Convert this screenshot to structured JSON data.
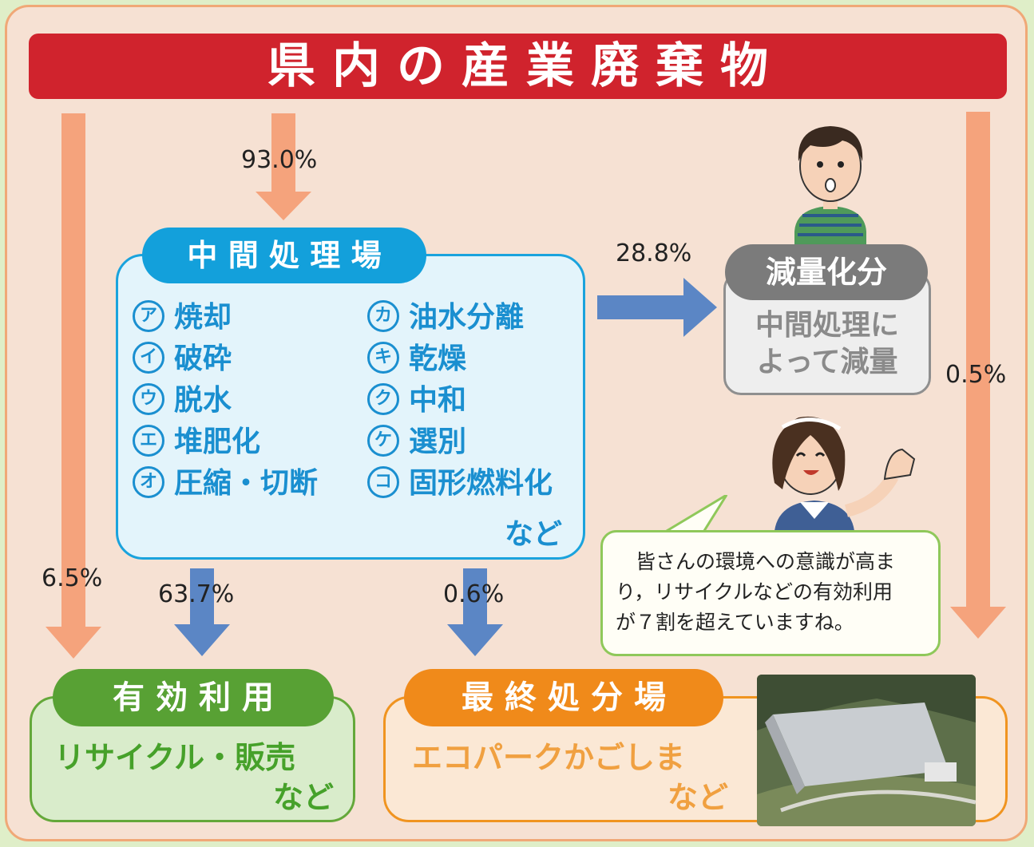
{
  "title": "県内の産業廃棄物",
  "percentages": {
    "to_intermediate": "93.0%",
    "to_reduction": "28.8%",
    "direct_final": "0.5%",
    "direct_use": "6.5%",
    "inter_to_use": "63.7%",
    "inter_to_final": "0.6%"
  },
  "intermediate": {
    "title": "中間処理場",
    "left_items": [
      {
        "mark": "ア",
        "label": "焼却"
      },
      {
        "mark": "イ",
        "label": "破砕"
      },
      {
        "mark": "ウ",
        "label": "脱水"
      },
      {
        "mark": "エ",
        "label": "堆肥化"
      },
      {
        "mark": "オ",
        "label": "圧縮・切断"
      }
    ],
    "right_items": [
      {
        "mark": "カ",
        "label": "油水分離"
      },
      {
        "mark": "キ",
        "label": "乾燥"
      },
      {
        "mark": "ク",
        "label": "中和"
      },
      {
        "mark": "ケ",
        "label": "選別"
      },
      {
        "mark": "コ",
        "label": "固形燃料化"
      }
    ],
    "etc": "など"
  },
  "reduction": {
    "title": "減量化分",
    "line1": "中間処理に",
    "line2": "よって減量"
  },
  "speech": {
    "line1": "皆さんの環境への意識が高ま",
    "line2": "り，リサイクルなどの有効利用",
    "line3": "が７割を超えていますね。"
  },
  "effective_use": {
    "title": "有効利用",
    "line1": "リサイクル・販売",
    "line2": "など"
  },
  "final_disposal": {
    "title": "最終処分場",
    "line1": "エコパークかごしま",
    "line2": "など"
  },
  "colors": {
    "title_red": "#d0232d",
    "arrow_orange": "#f5a37c",
    "arrow_blue": "#5b86c5",
    "intermediate_blue": "#13a0db",
    "reduction_gray": "#7b7b7b",
    "use_green": "#58a134",
    "final_orange": "#f08a1a"
  }
}
